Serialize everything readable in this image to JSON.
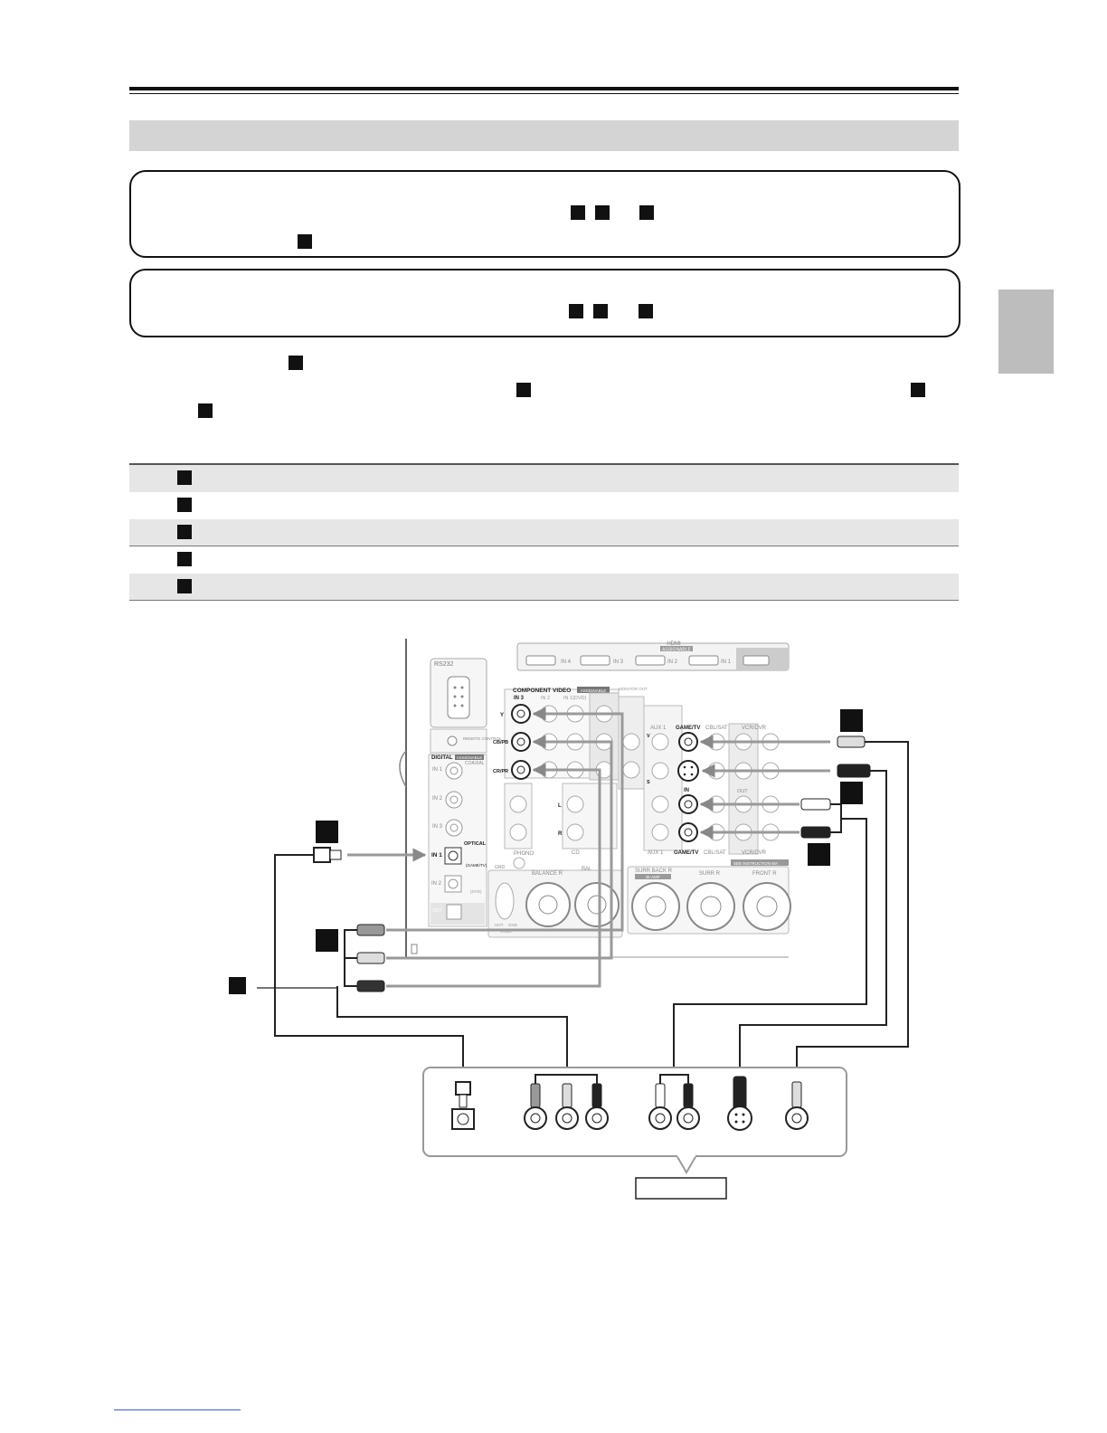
{
  "page": {
    "accent": "#111111",
    "shade": "#d4d4d4"
  },
  "diagram": {
    "hdmi": {
      "title": "HDMI",
      "badge": "ASSIGNABLE",
      "in4": "IN 4",
      "in3": "IN 3",
      "in2": "IN 2",
      "in1": "IN 1"
    },
    "rs232": "RS232",
    "remote": "REMOTE CONTROL",
    "component": {
      "title": "COMPONENT VIDEO",
      "badge": "ASSIGNABLE",
      "in3": "IN 3",
      "in2": "IN 2",
      "in1": "IN 1(DVD)",
      "monitor": "MONITOR OUT",
      "y": "Y",
      "cb": "CB/PB",
      "cr": "CR/PR"
    },
    "digital": {
      "title": "DIGITAL",
      "badge": "ASSIGNABLE",
      "coaxial": "COAXIAL",
      "in1": "IN 1",
      "in2": "IN 2",
      "in3": "IN 3",
      "optical": "OPTICAL",
      "opt_in1": "IN 1",
      "opt_in2": "IN 2",
      "game_tv": "(GAME/TV)",
      "dvd": "(DVD)",
      "out": "OUT"
    },
    "aux": {
      "aux1": "AUX 1",
      "game_tv": "GAME/TV",
      "cbl_sat": "CBL/SAT",
      "vcr_dvr": "VCR/DVR",
      "v": "V",
      "s": "S",
      "in": "IN",
      "out": "OUT",
      "aux1_bottom": "AUX 1",
      "game_tv_bottom": "GAME/TV",
      "cbl_sat_bottom": "CBL/SAT",
      "vcr_dvr_bottom": "VCR/DVR",
      "note": "SEE INSTRUCTION MA"
    },
    "phono": {
      "label": "PHONO",
      "gnd": "GND",
      "l": "L",
      "r": "R",
      "cd": "CD"
    },
    "balance": {
      "r": "BALANCE R",
      "l": "BAL"
    },
    "surr_back_r": "SURR BACK R",
    "bi_amp": "BI-AMP",
    "surr_r": "SURR R",
    "front_r": "FRONT R",
    "xlr_pins": [
      "HOT",
      "GND",
      "COLD"
    ]
  }
}
